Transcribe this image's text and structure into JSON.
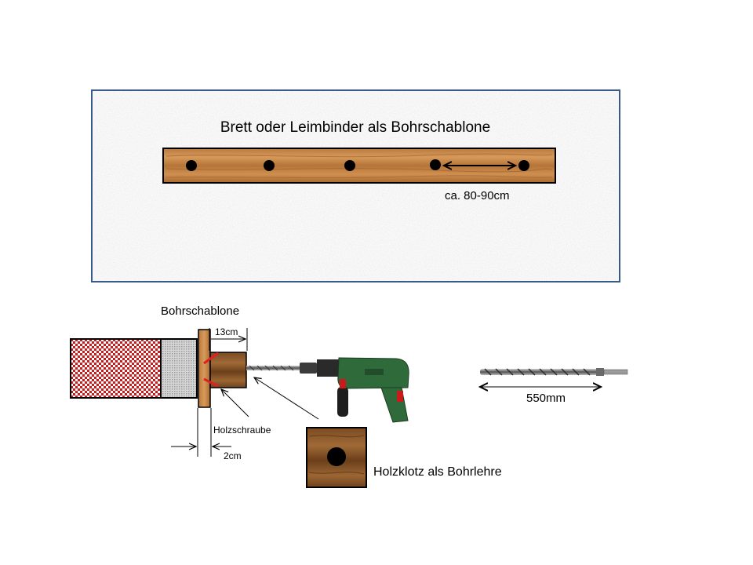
{
  "top_panel": {
    "title": "Brett oder Leimbinder  als Bohrschablone",
    "spacing_label": "ca. 80-90cm",
    "hole_count": 5
  },
  "side_view": {
    "template_label": "Bohrschablone",
    "block_width_label": "13cm",
    "screw_label": "Holzschraube",
    "board_thickness_label": "2cm"
  },
  "drill_block": {
    "label": "Holzklotz  als Bohrlehre"
  },
  "drill_bit": {
    "length_label": "550mm"
  },
  "colors": {
    "panel_border": "#3a5a8c",
    "wood_light": "#c98a4c",
    "wood_dark": "#8a5a2b",
    "insulation_red": "#cc1a1a",
    "screw_red": "#e02020",
    "drill_green": "#2f6a3a"
  }
}
